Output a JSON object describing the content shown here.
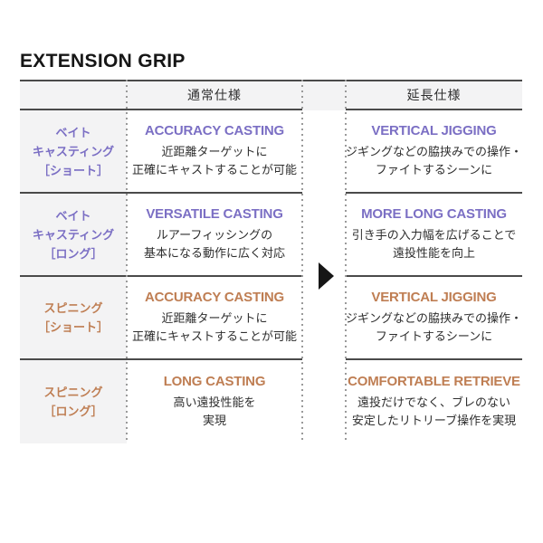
{
  "page_title": "EXTENSION GRIP",
  "colors": {
    "purple": "#7b6fc4",
    "orange": "#bf7e53",
    "line": "#4a4a4a",
    "header_bg": "#f3f3f4",
    "body_text": "#2e2e2e",
    "arrow": "#161616",
    "dot": "#9a9a9a"
  },
  "table": {
    "columns": {
      "normal": "通常仕様",
      "extended": "延長仕様"
    },
    "rows": [
      {
        "label": "ベイト\nキャスティング\n［ショート］",
        "accent": "purple",
        "normal": {
          "heading": "ACCURACY CASTING",
          "body": "近距離ターゲットに\n正確にキャストすることが可能"
        },
        "extended": {
          "heading": "VERTICAL JIGGING",
          "body": "ジギングなどの脇挟みでの操作・\nファイトするシーンに"
        }
      },
      {
        "label": "ベイト\nキャスティング\n［ロング］",
        "accent": "purple",
        "normal": {
          "heading": "VERSATILE CASTING",
          "body": "ルアーフィッシングの\n基本になる動作に広く対応"
        },
        "extended": {
          "heading": "MORE LONG CASTING",
          "body": "引き手の入力幅を広げることで\n遠投性能を向上"
        }
      },
      {
        "label": "スピニング\n［ショート］",
        "accent": "orange",
        "normal": {
          "heading": "ACCURACY CASTING",
          "body": "近距離ターゲットに\n正確にキャストすることが可能"
        },
        "extended": {
          "heading": "VERTICAL JIGGING",
          "body": "ジギングなどの脇挟みでの操作・\nファイトするシーンに"
        }
      },
      {
        "label": "スピニング\n［ロング］",
        "accent": "orange",
        "normal": {
          "heading": "LONG CASTING",
          "body": "高い遠投性能を\n実現"
        },
        "extended": {
          "heading": "COMFORTABLE RETRIEVE",
          "body": "遠投だけでなく、ブレのない\n安定したリトリーブ操作を実現"
        }
      }
    ]
  }
}
